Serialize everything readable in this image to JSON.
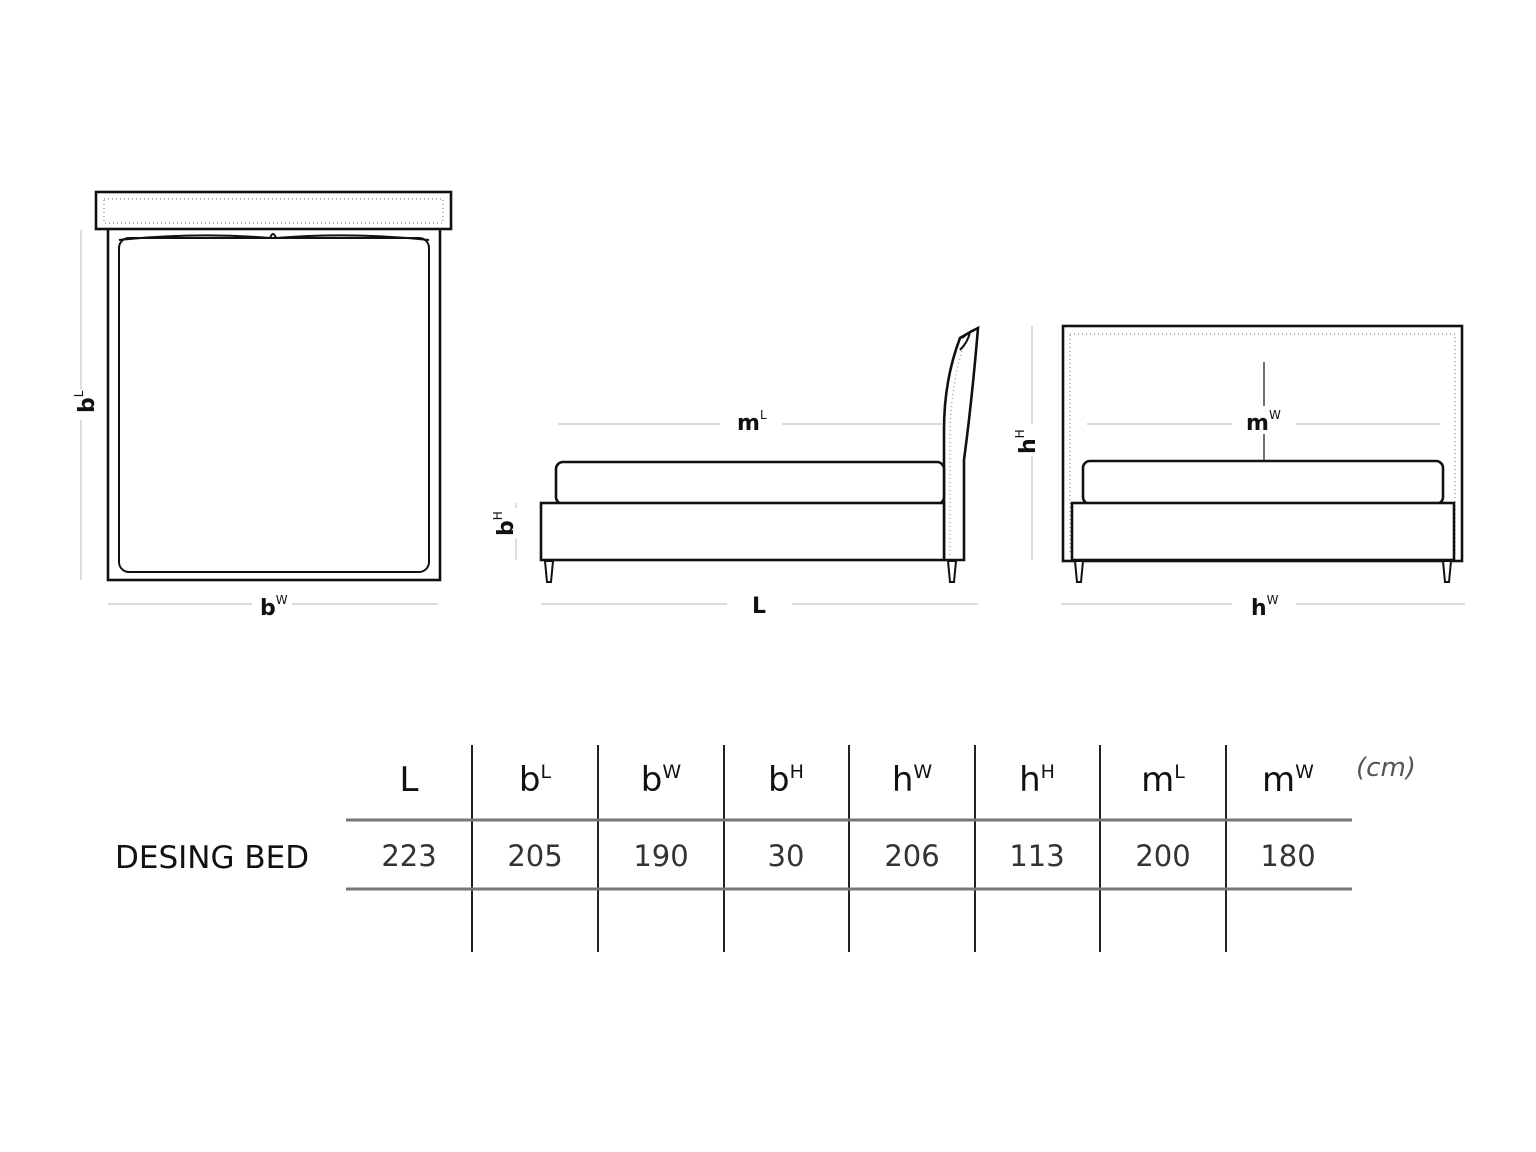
{
  "views": {
    "top": {
      "label_length": {
        "main": "b",
        "sup": "L"
      },
      "label_width": {
        "main": "b",
        "sup": "W"
      }
    },
    "side": {
      "label_mattress": {
        "main": "m",
        "sup": "L"
      },
      "label_base_height": {
        "main": "b",
        "sup": "H"
      },
      "label_length": {
        "main": "L",
        "sup": ""
      }
    },
    "front": {
      "label_mattress": {
        "main": "m",
        "sup": "W"
      },
      "label_height": {
        "main": "h",
        "sup": "H"
      },
      "label_width": {
        "main": "h",
        "sup": "W"
      }
    }
  },
  "table": {
    "unit": "(cm)",
    "headers": [
      {
        "main": "L",
        "sup": ""
      },
      {
        "main": "b",
        "sup": "L"
      },
      {
        "main": "b",
        "sup": "W"
      },
      {
        "main": "b",
        "sup": "H"
      },
      {
        "main": "h",
        "sup": "W"
      },
      {
        "main": "h",
        "sup": "H"
      },
      {
        "main": "m",
        "sup": "L"
      },
      {
        "main": "m",
        "sup": "W"
      }
    ],
    "rows": [
      {
        "label": "DESING BED",
        "values": [
          "223",
          "205",
          "190",
          "30",
          "206",
          "113",
          "200",
          "180"
        ]
      }
    ]
  }
}
